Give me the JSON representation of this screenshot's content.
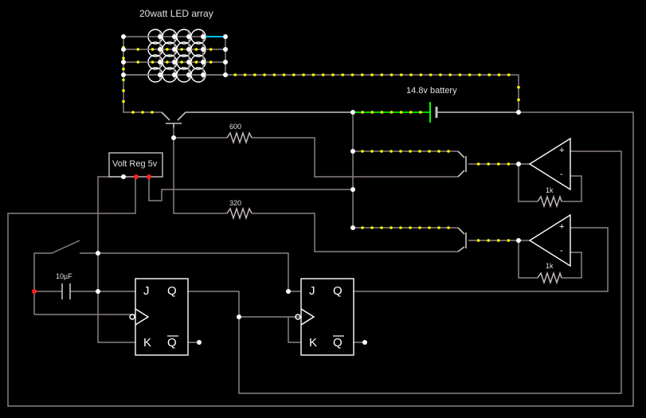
{
  "labels": {
    "title": "20watt LED array",
    "battery": "14.8v battery",
    "r_600": "600",
    "r_320": "320",
    "r_1k_top": "1k",
    "r_1k_bottom": "1k",
    "capacitor": "10µF",
    "regulator": "Volt Reg 5v"
  },
  "flipflop1": {
    "j": "J",
    "q": "Q",
    "k": "K",
    "qbar": "Q"
  },
  "flipflop2": {
    "j": "J",
    "q": "Q",
    "k": "K",
    "qbar": "Q"
  },
  "opamp1": {
    "plus": "+",
    "minus": "-"
  },
  "opamp2": {
    "plus": "+",
    "minus": "-"
  },
  "colors": {
    "background": "#000000",
    "wire": "#8a8080",
    "wire_active": "#c8c0c0",
    "current_dot": "#ffff00",
    "battery_wire": "#00d000",
    "led_wire": "#00c0ff",
    "node_dot": "#ffffff",
    "red_dot": "#ff2020"
  }
}
